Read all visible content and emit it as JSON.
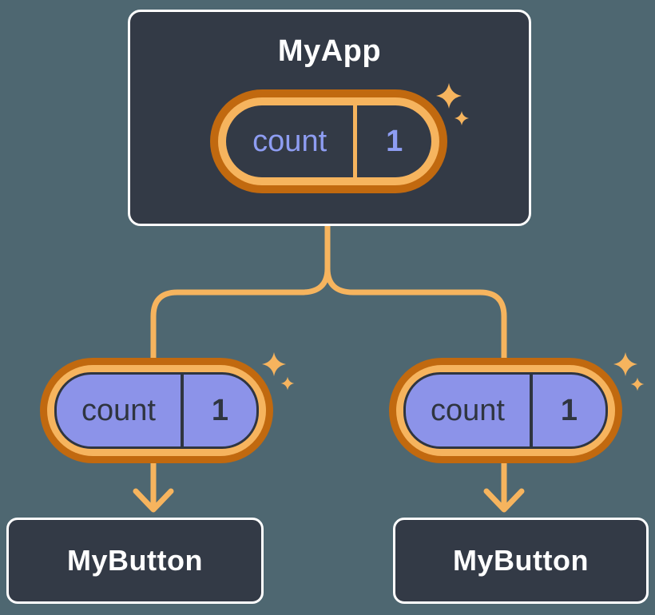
{
  "colors": {
    "background": "#4E6771",
    "card": "#333A46",
    "card_border": "#FFFFFF",
    "accent_light": "#F6B45E",
    "accent_dark": "#C1690F",
    "state_fill": "#8C93E9",
    "state_text_light": "#8E9DF2",
    "state_text_dark": "#2F3540",
    "title_text": "#FFFFFF"
  },
  "diagram": {
    "root": {
      "title": "MyApp",
      "state": {
        "label": "count",
        "value": "1"
      }
    },
    "children": [
      {
        "title": "MyButton",
        "state": {
          "label": "count",
          "value": "1"
        }
      },
      {
        "title": "MyButton",
        "state": {
          "label": "count",
          "value": "1"
        }
      }
    ]
  }
}
